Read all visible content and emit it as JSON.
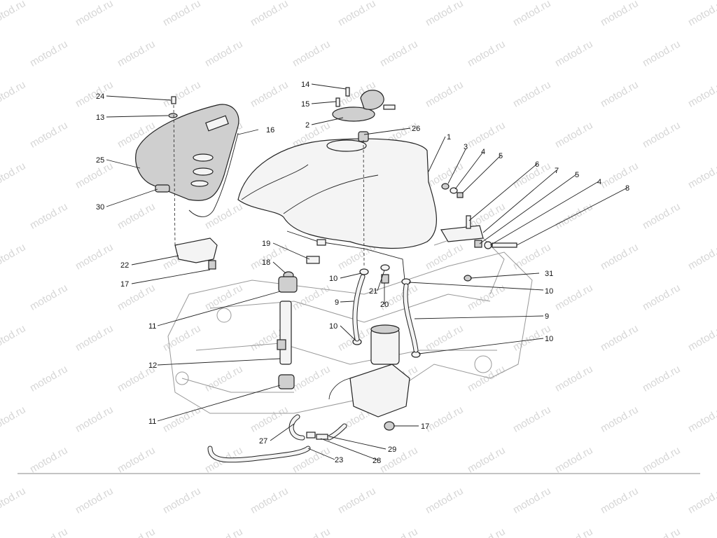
{
  "watermark_text": "motod.ru",
  "callouts": [
    {
      "id": "c24",
      "label": "24"
    },
    {
      "id": "c13",
      "label": "13"
    },
    {
      "id": "c25",
      "label": "25"
    },
    {
      "id": "c30",
      "label": "30"
    },
    {
      "id": "c16",
      "label": "16"
    },
    {
      "id": "c22",
      "label": "22"
    },
    {
      "id": "c17a",
      "label": "17"
    },
    {
      "id": "c14",
      "label": "14"
    },
    {
      "id": "c15",
      "label": "15"
    },
    {
      "id": "c2",
      "label": "2"
    },
    {
      "id": "c26",
      "label": "26"
    },
    {
      "id": "c1",
      "label": "1"
    },
    {
      "id": "c3",
      "label": "3"
    },
    {
      "id": "c4a",
      "label": "4"
    },
    {
      "id": "c5a",
      "label": "5"
    },
    {
      "id": "c6",
      "label": "6"
    },
    {
      "id": "c7",
      "label": "7"
    },
    {
      "id": "c5b",
      "label": "5"
    },
    {
      "id": "c4b",
      "label": "4"
    },
    {
      "id": "c8",
      "label": "8"
    },
    {
      "id": "c19",
      "label": "19"
    },
    {
      "id": "c18",
      "label": "18"
    },
    {
      "id": "c10a",
      "label": "10"
    },
    {
      "id": "c21",
      "label": "21"
    },
    {
      "id": "c20",
      "label": "20"
    },
    {
      "id": "c31",
      "label": "31"
    },
    {
      "id": "c10b",
      "label": "10"
    },
    {
      "id": "c9a",
      "label": "9"
    },
    {
      "id": "c9b",
      "label": "9"
    },
    {
      "id": "c11a",
      "label": "11"
    },
    {
      "id": "c10c",
      "label": "10"
    },
    {
      "id": "c10d",
      "label": "10"
    },
    {
      "id": "c12",
      "label": "12"
    },
    {
      "id": "c11b",
      "label": "11"
    },
    {
      "id": "c17b",
      "label": "17"
    },
    {
      "id": "c27",
      "label": "27"
    },
    {
      "id": "c29",
      "label": "29"
    },
    {
      "id": "c28",
      "label": "28"
    },
    {
      "id": "c23",
      "label": "23"
    }
  ]
}
